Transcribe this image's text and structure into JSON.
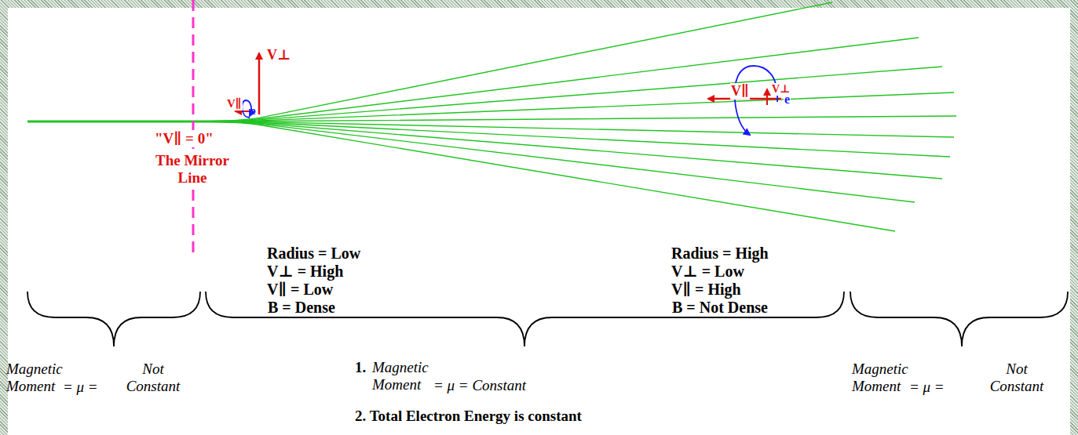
{
  "diagram": {
    "labels": [
      "V⊥",
      "V∥",
      "e",
      "\"V∥ = 0\"",
      "The Mirror Line",
      "V∥",
      "V⊥",
      "e",
      "Radius = Low",
      "V⊥ = High",
      "V∥ = Low",
      "B = Dense",
      "Radius = High",
      "V⊥ = Low",
      "V∥ = High",
      "B = Not Dense",
      "Magnetic Moment",
      "= μ =",
      "Not Constant",
      "1.",
      "Magnetic Moment",
      "= μ = Constant",
      "2. Total Electron Energy is constant",
      "Magnetic Moment",
      "= μ =",
      "Not Constant"
    ]
  }
}
